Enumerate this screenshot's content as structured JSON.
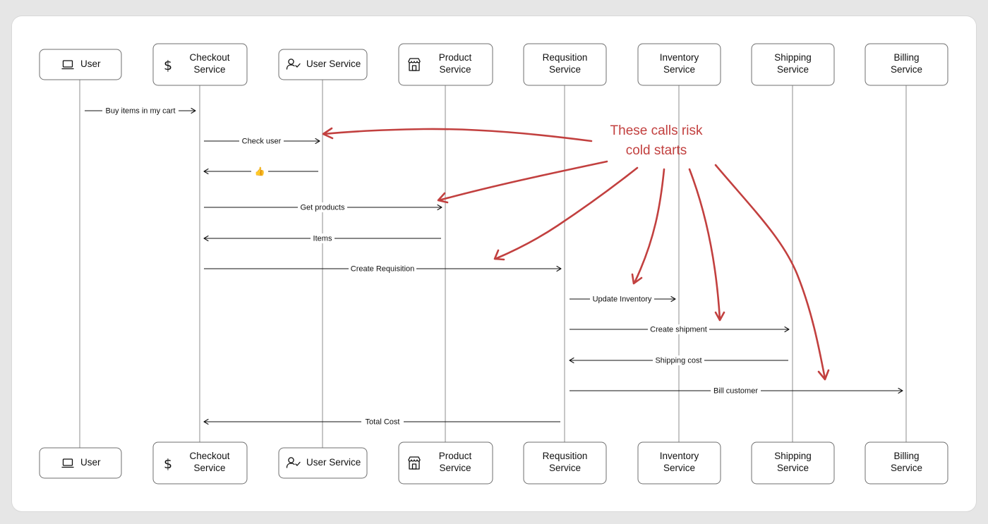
{
  "participants": [
    {
      "id": "user",
      "lines": [
        "User"
      ],
      "icon": "laptop-icon"
    },
    {
      "id": "checkout",
      "lines": [
        "Checkout",
        "Service"
      ],
      "icon": "dollar-icon"
    },
    {
      "id": "user-service",
      "lines": [
        "User Service"
      ],
      "icon": "user-check-icon"
    },
    {
      "id": "product",
      "lines": [
        "Product",
        "Service"
      ],
      "icon": "store-icon"
    },
    {
      "id": "requisition",
      "lines": [
        "Requsition",
        "Service"
      ],
      "icon": ""
    },
    {
      "id": "inventory",
      "lines": [
        "Inventory",
        "Service"
      ],
      "icon": ""
    },
    {
      "id": "shipping",
      "lines": [
        "Shipping",
        "Service"
      ],
      "icon": ""
    },
    {
      "id": "billing",
      "lines": [
        "Billing",
        "Service"
      ],
      "icon": ""
    }
  ],
  "messages": [
    {
      "from": "user",
      "to": "checkout",
      "label": "Buy items in my cart"
    },
    {
      "from": "checkout",
      "to": "user-service",
      "label": "Check user"
    },
    {
      "from": "user-service",
      "to": "checkout",
      "label": "👍"
    },
    {
      "from": "checkout",
      "to": "product",
      "label": "Get products"
    },
    {
      "from": "product",
      "to": "checkout",
      "label": "Items"
    },
    {
      "from": "checkout",
      "to": "requisition",
      "label": "Create Requisition"
    },
    {
      "from": "requisition",
      "to": "inventory",
      "label": "Update Inventory"
    },
    {
      "from": "requisition",
      "to": "shipping",
      "label": "Create shipment"
    },
    {
      "from": "shipping",
      "to": "requisition",
      "label": "Shipping cost"
    },
    {
      "from": "requisition",
      "to": "billing",
      "label": "Bill customer"
    },
    {
      "from": "requisition",
      "to": "checkout",
      "label": "Total Cost"
    }
  ],
  "annotation": {
    "lines": [
      "These calls risk",
      "cold starts"
    ],
    "color": "#c2403f"
  }
}
